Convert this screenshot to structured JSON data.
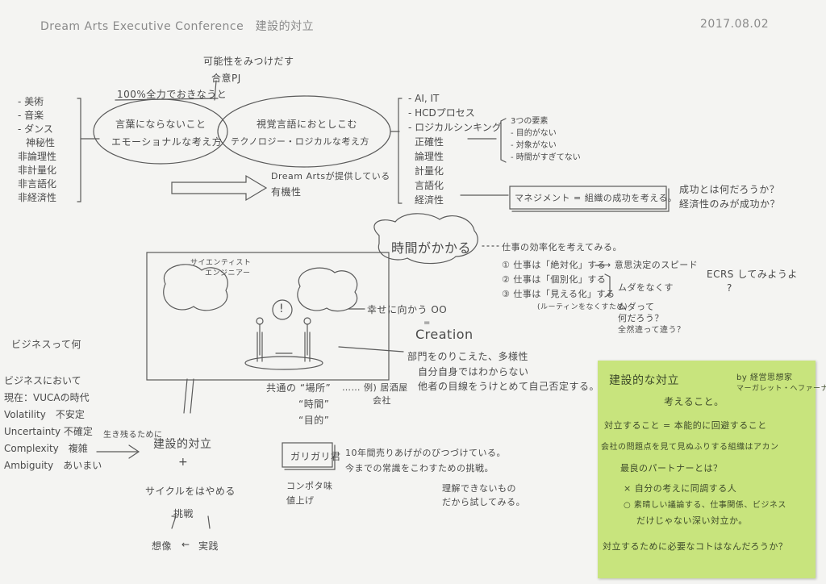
{
  "header": {
    "title": "Dream Arts Executive Conference　建設的対立",
    "date": "2017.08.02"
  },
  "top": {
    "possibility_note": "可能性をみつけだす",
    "possibility_value": "合意PJ",
    "effort_note": "100%全力でおきなうと",
    "left_list": [
      "- 美術",
      "- 音楽",
      "- ダンス",
      "神秘性",
      "非論理性",
      "非計量化",
      "非言語化",
      "非経済性"
    ],
    "bubble_left": [
      "言葉にならないこと",
      "エモーショナルな考え方"
    ],
    "bubble_right": [
      "視覚言語におとしこむ",
      "テクノロジー・ロジカルな考え方"
    ],
    "arrow_note": [
      "Dream Artsが提供している",
      "有機性"
    ],
    "right_list": [
      "- AI, IT",
      "- HCDプロセス",
      "- ロジカルシンキング",
      "正確性",
      "論理性",
      "計量化",
      "言語化",
      "経済性"
    ],
    "traits": [
      "3つの要素",
      "- 目的がない",
      "- 対象がない",
      "- 時間がすぎてない"
    ],
    "management_box": "マネジメント = 組織の成功を考える。",
    "question": [
      "成功とは何だろうか？",
      "経済性のみが成功か？"
    ]
  },
  "middle": {
    "time_cloud": "時間がかかる",
    "work_note": "仕事の効率化を考えてみる。",
    "steps": [
      "① 仕事は「絶対化」する",
      "② 仕事は「個別化」する",
      "③ 仕事は「見える化」する"
    ],
    "steps_note": "(ルーティンをなくすため)",
    "results": [
      "→ 意思決定のスピード",
      "ムダをなくす",
      "ムダって",
      "何だろう？",
      "全然違って違う？"
    ],
    "ecrs": "ECRS してみようよ",
    "ecrs_q": "?",
    "scene_labels": [
      "サイエンティスト",
      "エンジニアー"
    ],
    "goal_note": "幸せに向かう OO",
    "creation": "Creation",
    "creation_eq": "=",
    "diversity": [
      "部門をのりこえた、多様性",
      "自分自身ではわからない",
      "他者の目線をうけとめて自己否定する。"
    ],
    "common": [
      "共通の “場所”",
      "“時間”",
      "“目的”"
    ],
    "common_extra": [
      "…… 例) 居酒屋",
      "会社"
    ]
  },
  "bottom_left": {
    "biz_q": "ビジネスって何",
    "vuca_lines": [
      "ビジネスにおいて",
      "現在：VUCAの時代",
      "Volatility　不安定",
      "Uncertainty 不確定",
      "Complexity　複雑",
      "Ambiguity　あいまい"
    ],
    "survival": "生き残るために",
    "constructive": "建設的対立",
    "plus": "+",
    "cycle": "サイクルをはやめる",
    "challenge": "挑戦",
    "loop_a": "想像",
    "loop_b": "実践",
    "loop_arrow": "←"
  },
  "bottom_mid": {
    "garigari_box": "ガリガリ君",
    "garigari_note": [
      "10年間売りあげがのびつづけている。",
      "今までの常識をこわすための挑戦。"
    ],
    "flavor": [
      "コンポタ味",
      "値上げ"
    ],
    "unknown": [
      "理解できないもの",
      "だから試してみる。"
    ]
  },
  "sticky": {
    "title": "建設的な対立",
    "by": "by 経営思想家",
    "author": "マーガレット・ヘファーナン",
    "subtitle": "考えること。",
    "lines": [
      "対立すること = 本能的に回避すること",
      "会社の問題点を見て見ぬふりする組織はアカン",
      "最良のパートナーとは？",
      "× 自分の考えに同調する人",
      "○ 素晴しい議論する、仕事関係、ビジネス",
      "だけじゃない深い対立か。",
      "対立するために必要なコトはなんだろうか？"
    ],
    "color": "#c8e47d"
  }
}
